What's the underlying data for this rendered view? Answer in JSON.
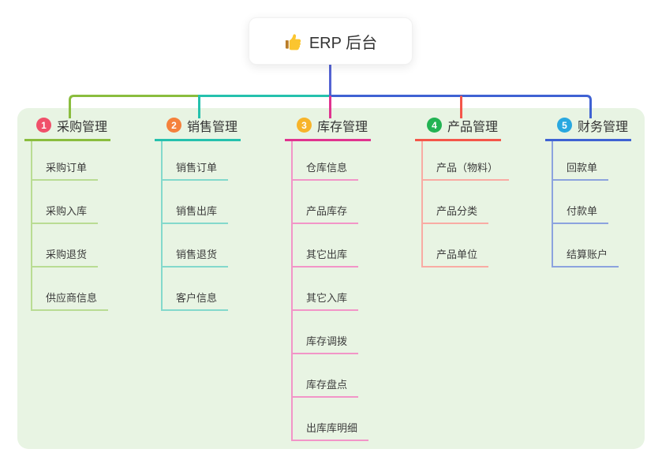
{
  "root": {
    "icon": "thumbs-up-icon",
    "title": "ERP 后台"
  },
  "canvas": {
    "background": "#ffffff",
    "panel_background": "#e8f4e3",
    "root_connector_color": "#5463d3"
  },
  "branches": [
    {
      "num": "1",
      "label": "采购管理",
      "badge_color": "#f0506a",
      "line_color": "#8abd3e",
      "child_line_color": "#b9dc93",
      "children": [
        "采购订单",
        "采购入库",
        "采购退货",
        "供应商信息"
      ]
    },
    {
      "num": "2",
      "label": "销售管理",
      "badge_color": "#f5813c",
      "line_color": "#25c1ad",
      "child_line_color": "#83d9cc",
      "children": [
        "销售订单",
        "销售出库",
        "销售退货",
        "客户信息"
      ]
    },
    {
      "num": "3",
      "label": "库存管理",
      "badge_color": "#f7b42a",
      "line_color": "#e0338f",
      "child_line_color": "#f295c8",
      "children": [
        "仓库信息",
        "产品库存",
        "其它出库",
        "其它入库",
        "库存调拨",
        "库存盘点",
        "出库库明细"
      ]
    },
    {
      "num": "4",
      "label": "产品管理",
      "badge_color": "#22b353",
      "line_color": "#f4564a",
      "child_line_color": "#f9aba4",
      "children": [
        "产品（物料）",
        "产品分类",
        "产品单位"
      ]
    },
    {
      "num": "5",
      "label": "财务管理",
      "badge_color": "#29a8e0",
      "line_color": "#3f62d3",
      "child_line_color": "#8ca3de",
      "children": [
        "回款单",
        "付款单",
        "结算账户"
      ]
    }
  ]
}
